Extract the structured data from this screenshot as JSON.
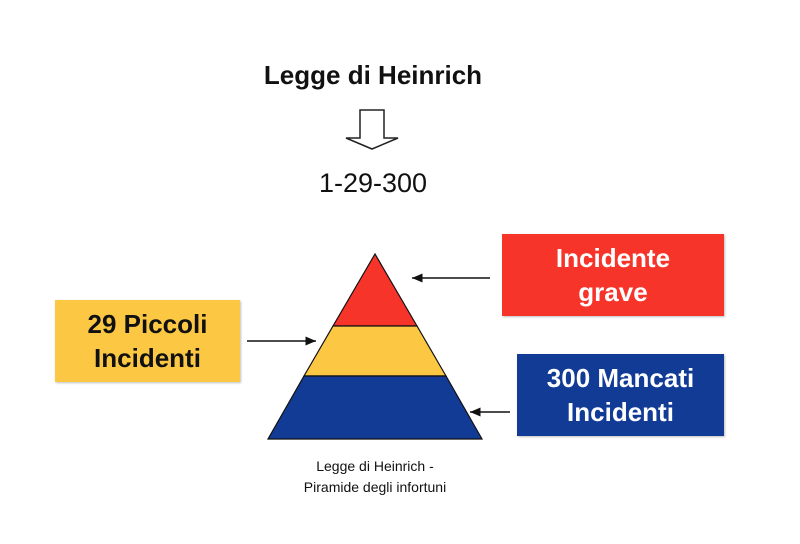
{
  "title": "Legge di Heinrich",
  "ratio": "1-29-300",
  "labels": {
    "serious": [
      "Incidente",
      "grave"
    ],
    "minor": [
      "29 Piccoli",
      "Incidenti"
    ],
    "near_miss": [
      "300 Mancati",
      "Incidenti"
    ]
  },
  "caption": [
    "Legge di Heinrich -",
    "Piramide degli infortuni"
  ],
  "colors": {
    "red": "#f6342a",
    "yellow": "#fcc844",
    "blue": "#123b96"
  }
}
